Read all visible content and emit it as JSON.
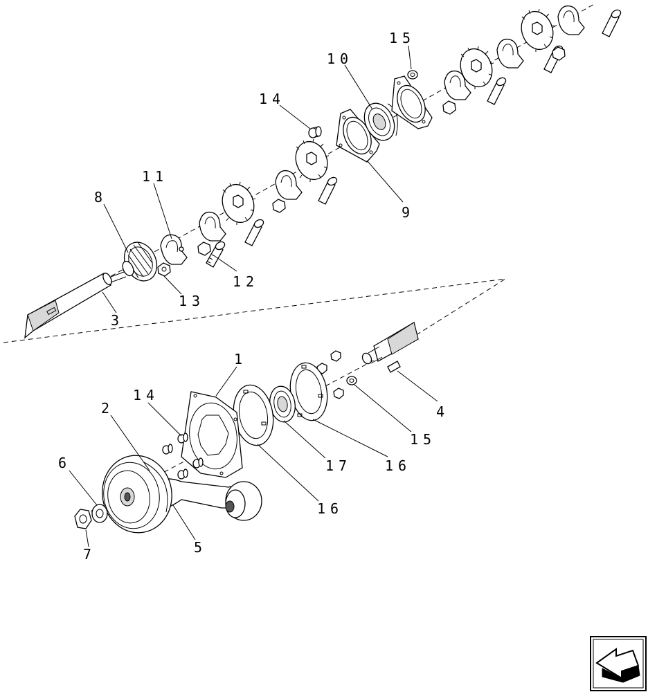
{
  "callouts": {
    "c1": "1",
    "c2": "2",
    "c3": "3",
    "c4": "4",
    "c5": "5",
    "c6": "6",
    "c7": "7",
    "c8": "8",
    "c9": "9",
    "c10": "10",
    "c11": "11",
    "c12": "12",
    "c13": "13",
    "c14_upper": "14",
    "c14_lower": "14",
    "c15_upper": "15",
    "c15_lower": "15",
    "c16_left": "16",
    "c16_right": "16",
    "c17": "17"
  },
  "nav_icon": "next-page-arrow-icon"
}
